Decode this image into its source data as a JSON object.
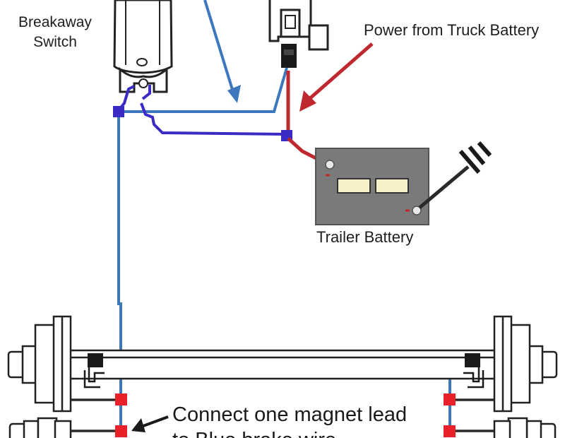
{
  "labels": {
    "breakaway_line1": "Breakaway",
    "breakaway_line2": "Switch",
    "power_source": "Power from Truck Battery",
    "trailer_battery": "Trailer Battery",
    "instruction_line1": "Connect one magnet lead",
    "instruction_line2": "to Blue brake wire"
  },
  "colors": {
    "blue_wire": "#3d78bf",
    "purple_wire": "#3a2bc4",
    "red_wire": "#c0282f",
    "ground_wire": "#2a2a2a",
    "battery_body": "#7a7a7a",
    "battery_cell": "#f5f0c8",
    "connector": "#e8202a"
  },
  "icons": {
    "power_arrow": "red-arrow-icon",
    "pointer_arrow": "left-arrow-icon",
    "ground": "ground-symbol-icon"
  }
}
